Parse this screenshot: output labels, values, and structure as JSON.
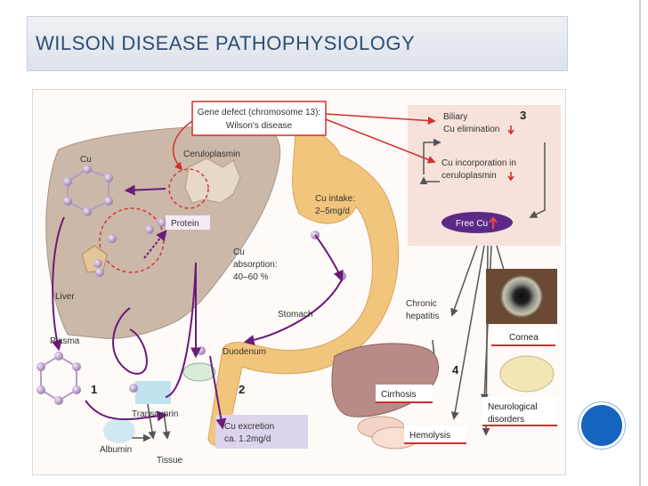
{
  "slide": {
    "title": "WILSON DISEASE PATHOPHYSIOLOGY"
  },
  "diagram": {
    "gene_defect": [
      "Gene defect (chromosome 13):",
      "Wilson's disease"
    ],
    "cu_label": "Cu",
    "ceruloplasmin": "Ceruloplasmin",
    "protein": "Protein",
    "liver": "Liver",
    "plasma": "Plasma",
    "cu_intake": [
      "Cu intake:",
      "2–5mg/d"
    ],
    "cu_absorption": [
      "Cu",
      "absorption:",
      "40–60 %"
    ],
    "stomach": "Stomach",
    "duodenum": "Duodenum",
    "transcuprin": "Transcuprin",
    "albumin": "Albumin",
    "tissue": "Tissue",
    "cu_excretion": [
      "Cu excretion",
      "ca. 1.2mg/d"
    ],
    "num_1": "1",
    "num_2": "2",
    "num_3": "3",
    "num_4": "4",
    "biliary": [
      "Biliary",
      "Cu elimination"
    ],
    "incorporation": [
      "Cu incorporation in",
      "ceruloplasmin"
    ],
    "free_cu": "Free Cu",
    "chronic": [
      "Chronic",
      "hepatitis"
    ],
    "cornea": "Cornea",
    "cirrhosis": "Cirrhosis",
    "neuro": [
      "Neurological",
      "disorders"
    ],
    "hemolysis": "Hemolysis"
  },
  "colors": {
    "title": "#2f4d73",
    "liver": "#cbb8a8",
    "stomach": "#f2c57c",
    "arrow_purple": "#6a1b7a",
    "arrow_red": "#d32f2f",
    "panel": "#f6e2da",
    "free_cu": "#5b2a86",
    "nav_dot": "#1565c0"
  }
}
